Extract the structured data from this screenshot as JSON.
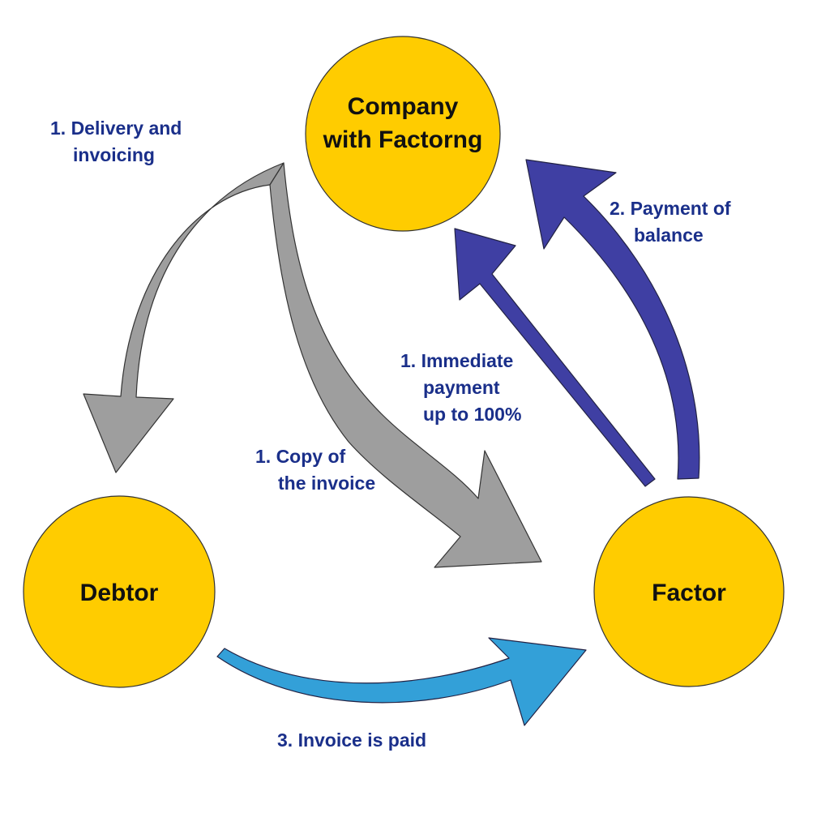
{
  "diagram": {
    "colors": {
      "node_fill": "#FFCC00",
      "node_stroke": "#333333",
      "label_text": "#1A2F8A",
      "goods_arrow": "#9E9E9E",
      "payment_arrow": "#3F3FA3",
      "invoice_paid_arrow": "#33A0D8"
    },
    "nodes": {
      "company": {
        "lines": [
          "Company",
          "with Factorng"
        ]
      },
      "debtor": {
        "lines": [
          "Debtor"
        ]
      },
      "factor": {
        "lines": [
          "Factor"
        ]
      }
    },
    "flows": {
      "delivery": {
        "lines": [
          "1. Delivery and",
          "invoicing"
        ],
        "from": "Company with Factorng",
        "to": "Debtor"
      },
      "copy_invoice": {
        "lines": [
          "1. Copy of",
          "the invoice"
        ],
        "from": "Company with Factorng",
        "to": "Factor"
      },
      "immediate_payment": {
        "lines": [
          "1. Immediate",
          "payment",
          "up to 100%"
        ],
        "from": "Factor",
        "to": "Company with Factorng"
      },
      "payment_balance": {
        "lines": [
          "2. Payment of",
          "balance"
        ],
        "from": "Factor",
        "to": "Company with Factorng"
      },
      "invoice_paid": {
        "lines": [
          "3. Invoice is paid"
        ],
        "from": "Debtor",
        "to": "Factor"
      }
    }
  }
}
